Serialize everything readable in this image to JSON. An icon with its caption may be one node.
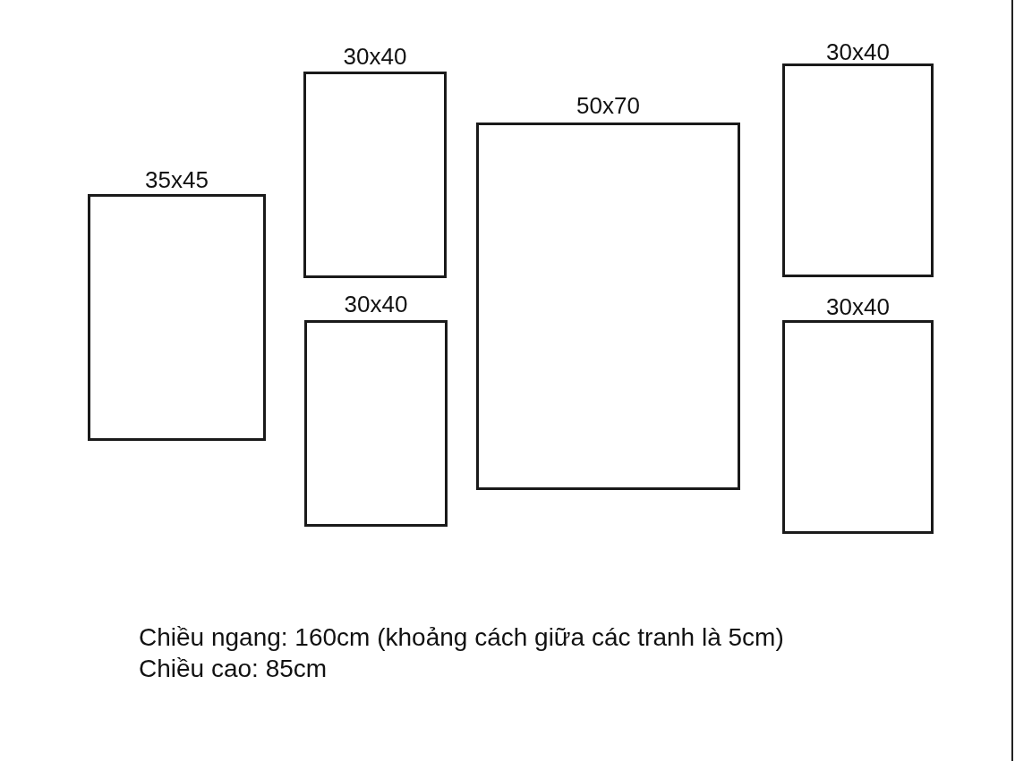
{
  "diagram": {
    "nodes": [
      {
        "text": [
          "35x45"
        ]
      },
      {
        "text": [
          "30x40"
        ]
      },
      {
        "text": [
          "30x40"
        ]
      },
      {
        "text": [
          "50x70"
        ]
      },
      {
        "text": [
          "30x40"
        ]
      },
      {
        "text": [
          "30x40"
        ]
      }
    ],
    "labels": [
      "Chiều ngang: 160cm (khoảng cách giữa các tranh là 5cm)",
      "Chiều cao: 85cm"
    ]
  }
}
